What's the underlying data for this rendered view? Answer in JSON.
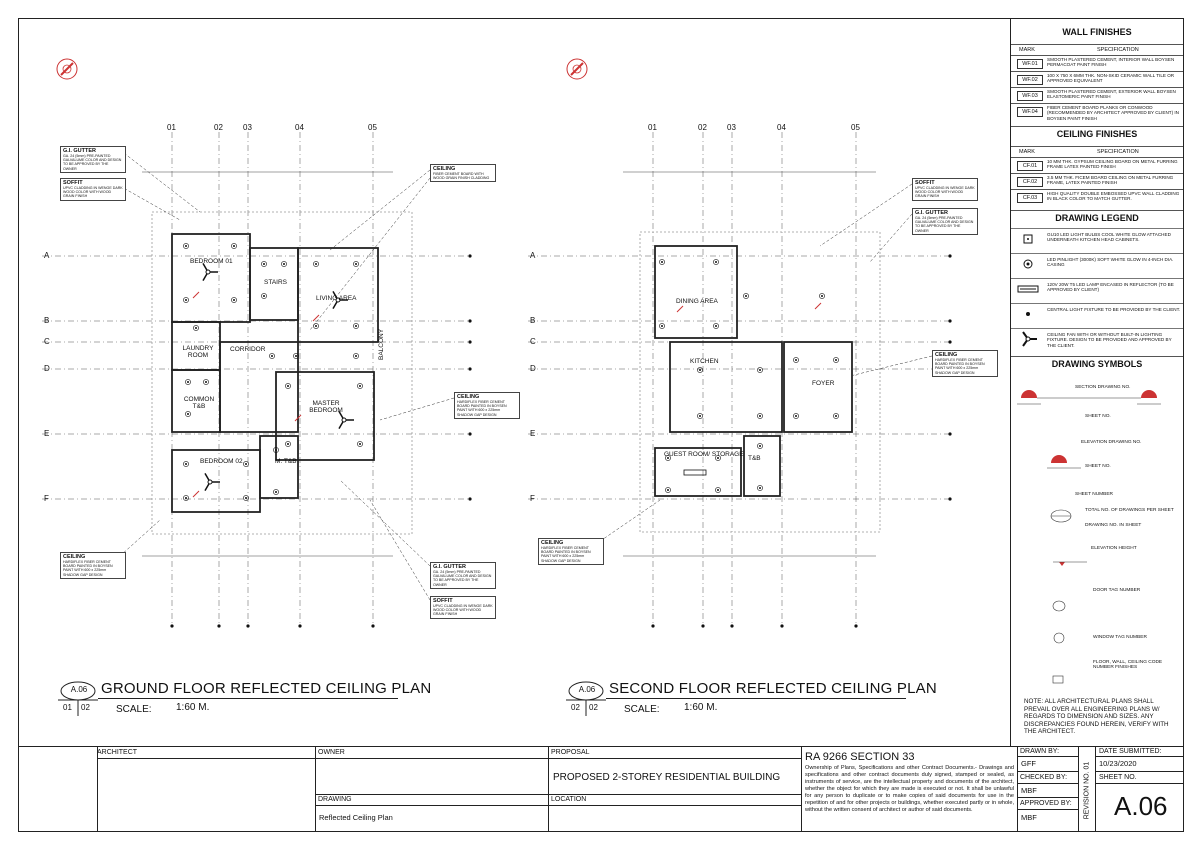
{
  "plans": [
    {
      "title": "GROUND FLOOR REFLECTED CEILING PLAN",
      "sheet_ref": "A.06",
      "sheet_num": "01",
      "sheet_total": "02",
      "scale_label": "SCALE:",
      "scale_value": "1:60 M.",
      "grid_cols": [
        "01",
        "02",
        "03",
        "04",
        "05"
      ],
      "grid_rows": [
        "A",
        "B",
        "C",
        "D",
        "E",
        "F"
      ],
      "rooms": [
        "BEDROOM 01",
        "STAIRS",
        "LIVING AREA",
        "LAUNDRY ROOM",
        "CORRIDOR",
        "COMMON T&B",
        "MASTER BEDROOM",
        "BEDROOM 02",
        "M. T&B",
        "BALCONY"
      ],
      "callouts": [
        {
          "title": "G.I. GUTTER",
          "text": "GA. 24 (5mm) PRE-PAINTED GALVALUME COLOR AND DESIGN TO BE APPROVED BY THE OWNER"
        },
        {
          "title": "SOFFIT",
          "text": "UPVC CLADDING IN WENGE DARK WOOD COLOR WITH WOOD GRAIN FINISH"
        },
        {
          "title": "CEILING",
          "text": "FIBER CEMENT BOARD WITH WOOD GRAIN FINISH CLADDING"
        },
        {
          "title": "CEILING",
          "text": "HARDIFLEX FIBER CEMENT BOARD PAINTED IN BOYSEN PAINT WITH 600 x 225mm SHADOW GAP DESIGN"
        },
        {
          "title": "CEILING",
          "text": "HARDIFLEX FIBER CEMENT BOARD PAINTED IN BOYSEN PAINT WITH 600 x 225mm SHADOW GAP DESIGN"
        },
        {
          "title": "G.I. GUTTER",
          "text": "GA. 24 (5mm) PRE-PAINTED GALVALUME COLOR AND DESIGN TO BE APPROVED BY THE OWNER"
        },
        {
          "title": "SOFFIT",
          "text": "UPVC CLADDING IN WENGE DARK WOOD COLOR WITH WOOD GRAIN FINISH"
        }
      ]
    },
    {
      "title": "SECOND FLOOR REFLECTED CEILING PLAN",
      "sheet_ref": "A.06",
      "sheet_num": "02",
      "sheet_total": "02",
      "scale_label": "SCALE:",
      "scale_value": "1:60 M.",
      "grid_cols": [
        "01",
        "02",
        "03",
        "04",
        "05"
      ],
      "grid_rows": [
        "A",
        "B",
        "C",
        "D",
        "E",
        "F"
      ],
      "rooms": [
        "DINING AREA",
        "KITCHEN",
        "FOYER",
        "GUEST ROOM/ STORAGE",
        "T&B"
      ],
      "callouts": [
        {
          "title": "SOFFIT",
          "text": "UPVC CLADDING IN WENGE DARK WOOD COLOR WITH WOOD GRAIN FINISH"
        },
        {
          "title": "G.I. GUTTER",
          "text": "GA. 24 (5mm) PRE-PAINTED GALVALUME COLOR AND DESIGN TO BE APPROVED BY THE OWNER"
        },
        {
          "title": "CEILING",
          "text": "HARDIFLEX FIBER CEMENT BOARD PAINTED IN BOYSEN PAINT WITH 600 x 225mm SHADOW GAP DESIGN"
        },
        {
          "title": "CEILING",
          "text": "HARDIFLEX FIBER CEMENT BOARD PAINTED IN BOYSEN PAINT WITH 600 x 225mm SHADOW GAP DESIGN"
        }
      ]
    }
  ],
  "panel": {
    "wall_title": "WALL FINISHES",
    "mark_label": "MARK",
    "spec_label": "SPECIFICATION",
    "wall_finishes": [
      {
        "mark": "WF.01",
        "text": "SMOOTH PLASTERED CEMENT, INTERIOR WALL BOYSEN PERMACOAT PAINT FINISH"
      },
      {
        "mark": "WF.02",
        "text": "100 X 750 X 6MM THK. NON-SKID CERAMIC WALL TILE OR APPROVED EQUIVALENT"
      },
      {
        "mark": "WF.03",
        "text": "SMOOTH PLASTERED CEMENT, EXTERIOR WALL BOYSEN ELASTOMERIC PAINT FINISH"
      },
      {
        "mark": "WF.04",
        "text": "FIBER CEMENT BOARD PLANKS OR CONWOOD (RECOMMENDED BY ARCHITECT APPROVED BY CLIENT) IN BOYSEN PAINT FINISH"
      }
    ],
    "ceiling_title": "CEILING FINISHES",
    "ceiling_finishes": [
      {
        "mark": "CF.01",
        "text": "10 MM THK. GYPSUM CEILING BOARD ON METAL FURRING FRAME LATEX PAINTED FINISH"
      },
      {
        "mark": "CF.02",
        "text": "3.5 MM THK. FICEM BOARD CEILING ON METAL FURRING FRAME, LATEX PAINTED FINISH"
      },
      {
        "mark": "CF.03",
        "text": "HIGH QUALITY DOUBLE EMBOSSED UPVC WALL CLADDING IN BLACK COLOR TO MATCH GUTTER."
      }
    ],
    "legend_title": "DRAWING LEGEND",
    "legend": [
      {
        "icon": "square-light-icon",
        "text": "GU10 LED LIGHT BULBS COOL WHITE GLOW ATTACHED UNDERNEATH KITCHEN HEAD CABINETS."
      },
      {
        "icon": "pinlight-icon",
        "text": "LED PINLIGHT (3000K) SOFT WHITE GLOW IN 4-INCH DIA. CASING"
      },
      {
        "icon": "t5-led-icon",
        "text": "120V 20W T5 LED LAMP ENCASED IN REFLECTOR (TO BE APPROVED BY CLIENT)"
      },
      {
        "icon": "central-fixture-icon",
        "text": "CENTRAL LIGHT FIXTURE TO BE PROVIDED BY THE CLIENT."
      },
      {
        "icon": "ceiling-fan-icon",
        "text": "CEILING FAN WITH OR WITHOUT BUILT-IN LIGHTING FIXTURE. DESIGN TO BE PROVIDED AND APPROVED BY THE CLIENT."
      }
    ],
    "symbols_title": "DRAWING SYMBOLS",
    "symbols": [
      "SECTION DRAWING NO.",
      "SHEET NO.",
      "ELEVATION DRAWING NO.",
      "SHEET NO.",
      "SHEET NUMBER",
      "TOTAL NO. OF DRAWINGS PER SHEET",
      "DRAWING NO. IN SHEET",
      "ELEVATION HEIGHT",
      "DOOR TAG NUMBER",
      "WINDOW TAG NUMBER",
      "FLOOR, WALL, CEILING CODE NUMBER FINISHES"
    ],
    "note": "NOTE: ALL ARCHITECTURAL PLANS SHALL PREVAIL OVER ALL ENGINEERING PLANS W/ REGARDS TO DIMENSION AND SIZES. ANY DISCREPANCIES FOUND HEREIN, VERIFY WITH THE ARCHITECT."
  },
  "title_block": {
    "architect_label": "ARCHITECT",
    "owner_label": "OWNER",
    "proposal_label": "PROPOSAL",
    "proposal_value": "PROPOSED 2-STOREY RESIDENTIAL BUILDING",
    "drawing_label": "DRAWING",
    "drawing_value": "Reflected Ceiling Plan",
    "location_label": "LOCATION",
    "ra_title": "RA 9266 SECTION 33",
    "ra_text": "Ownership of Plans, Specifications and other Contract Documents.- Drawings and specifications and other contract documents duly signed, stamped or sealed, as instruments of service, are the intellectual property and documents of the architect, whether the object for which they are made is executed or not. It shall be unlawful for any person to duplicate or to make copies of said documents for use in the repetition of and for other projects or buildings, whether executed partly or in whole, without the written consent of architect or author of said documents.",
    "drawn_by_label": "DRAWN BY:",
    "drawn_by": "GFF",
    "checked_by_label": "CHECKED BY:",
    "checked_by": "MBF",
    "approved_by_label": "APPROVED BY:",
    "approved_by": "MBF",
    "revision_label": "REVISION NO. 01",
    "date_label": "DATE SUBMITTED:",
    "date": "10/23/2020",
    "sheet_no_label": "SHEET NO.",
    "sheet_no": "A.06"
  }
}
